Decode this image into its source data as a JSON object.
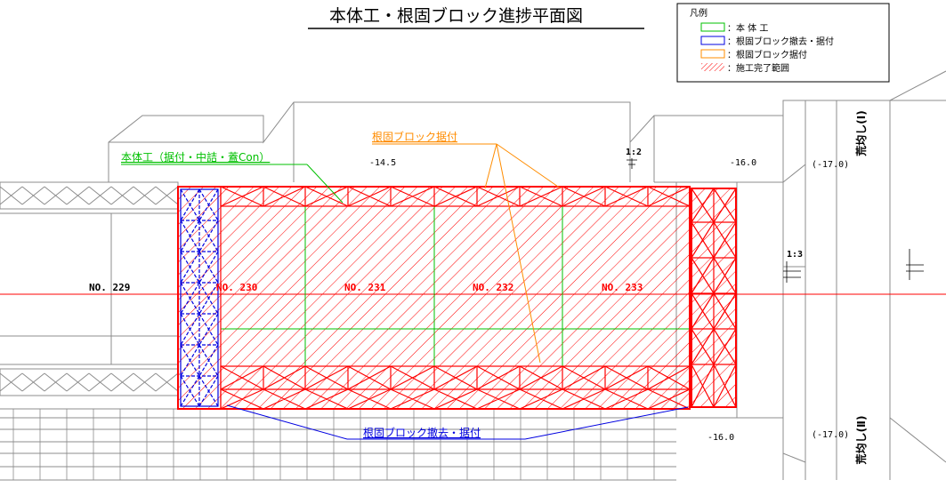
{
  "title": "本体工・根固ブロック進捗平面図",
  "legend": {
    "title": "凡例",
    "items": [
      {
        "label": "：本 体 工",
        "color": "#00c000",
        "style": "outline"
      },
      {
        "label": "：根固ブロック撤去・据付",
        "color": "#0000e0",
        "style": "outline"
      },
      {
        "label": "：根固ブロック据付",
        "color": "#ff8c00",
        "style": "outline"
      },
      {
        "label": "：施工完了範囲",
        "color": "#ff0000",
        "style": "hatch"
      }
    ]
  },
  "callouts": {
    "honntai": "本体工（据付・中詰・蓋Con）",
    "negatame_suetsuke": "根固ブロック据付",
    "negatame_tekkyo": "根固ブロック撤去・据付"
  },
  "blocks": {
    "no229": "NO. 229",
    "no230": "NO. 230",
    "no231": "NO. 231",
    "no232": "NO. 232",
    "no233": "NO. 233"
  },
  "depths": {
    "d1": "-14.5",
    "d2": "-16.0",
    "d3": "(-17.0)",
    "d4": "-16.0",
    "d5": "(-17.0)"
  },
  "slopes": {
    "s1": "1:2",
    "s2": "1:3"
  },
  "areas": {
    "upper": "荒均し(Ⅰ)",
    "lower": "荒均し(Ⅱ)"
  },
  "colors": {
    "red": "#ff0000",
    "green": "#00c000",
    "blue": "#0000e0",
    "orange": "#ff8c00",
    "gray": "#8c8c8c"
  }
}
